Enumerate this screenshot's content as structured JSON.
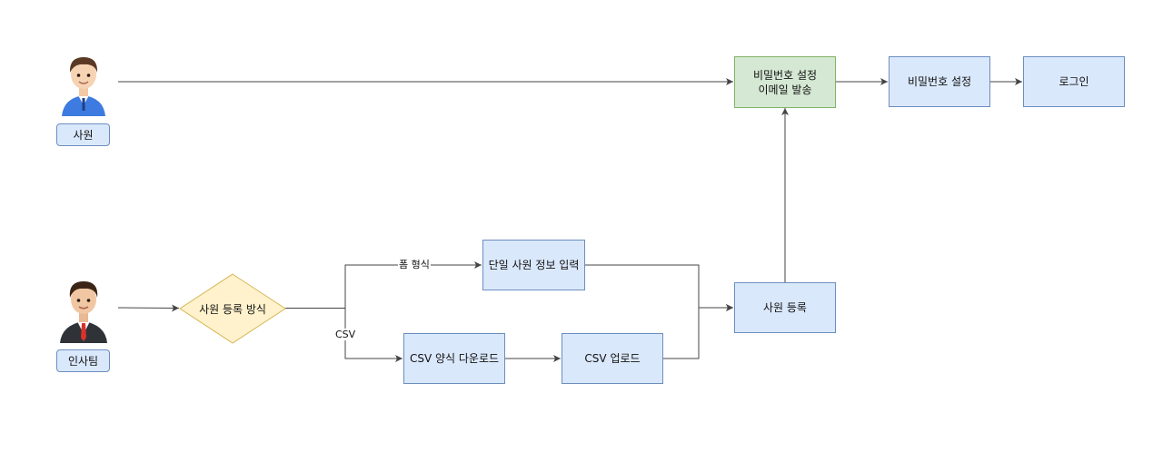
{
  "actors": {
    "employee": {
      "label": "사원",
      "icon": "employee-avatar-icon"
    },
    "hr_team": {
      "label": "인사팀",
      "icon": "hr-avatar-icon"
    }
  },
  "nodes": {
    "send_email": {
      "line1": "비밀번호 설정",
      "line2": "이메일 발송"
    },
    "set_password": {
      "label": "비밀번호 설정"
    },
    "login": {
      "label": "로그인"
    },
    "registration_method": {
      "label": "사원 등록 방식"
    },
    "single_input": {
      "label": "단일 사원 정보 입력"
    },
    "csv_download": {
      "label": "CSV 양식 다운로드"
    },
    "csv_upload": {
      "label": "CSV 업로드"
    },
    "register": {
      "label": "사원 등록"
    }
  },
  "edges": {
    "form_label": "폼 형식",
    "csv_label": "CSV"
  },
  "colors": {
    "node_fill": "#dae8fc",
    "node_stroke": "#6c8ebf",
    "email_fill": "#d5e8d4",
    "email_stroke": "#82b366",
    "decision_fill": "#fff2cc",
    "decision_stroke": "#d6b656",
    "edge": "#444444"
  }
}
